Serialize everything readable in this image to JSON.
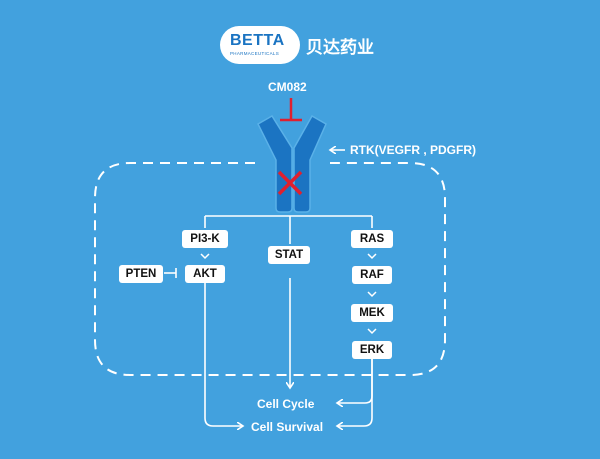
{
  "logo": {
    "brand": "BETTA",
    "sub": "PHARMACEUTICALS",
    "cn": "贝达药业"
  },
  "drug": "CM082",
  "receptor": "RTK(VEGFR , PDGFR)",
  "nodes": {
    "pi3k": "PI3-K",
    "akt": "AKT",
    "pten": "PTEN",
    "stat": "STAT",
    "ras": "RAS",
    "raf": "RAF",
    "mek": "MEK",
    "erk": "ERK"
  },
  "outcomes": {
    "cycle": "Cell Cycle",
    "survival": "Cell Survival"
  },
  "colors": {
    "background": "#42a1de",
    "receptor": "#1b74c2",
    "inhibit": "#e0202f",
    "line": "#ffffff"
  }
}
